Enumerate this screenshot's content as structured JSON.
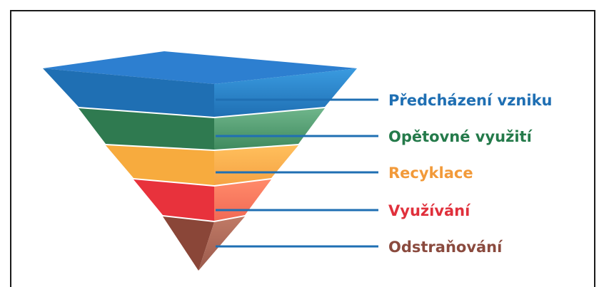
{
  "levels": [
    {
      "label": "Předcházení vzniku",
      "color": "#1f6fb3"
    },
    {
      "label": "Opětovné využití",
      "color": "#247a4a"
    },
    {
      "label": "Recyklace",
      "color": "#f29a3a"
    },
    {
      "label": "Využívání",
      "color": "#e0303c"
    },
    {
      "label": "Odstraňování",
      "color": "#8a4a3e"
    }
  ],
  "connector_color": "#1f6fb3"
}
